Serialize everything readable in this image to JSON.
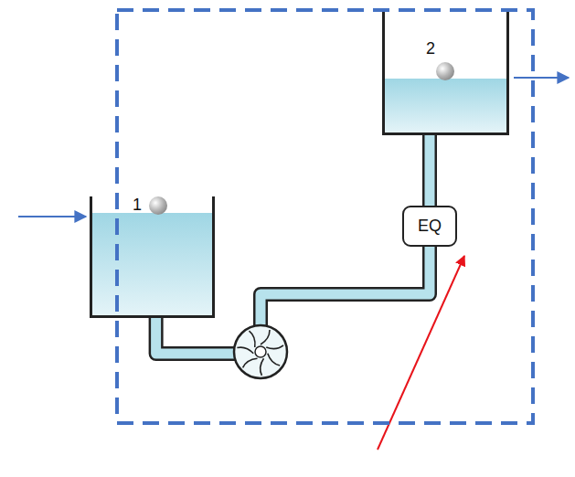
{
  "diagram": {
    "nodes": [
      {
        "text": [
          "1"
        ]
      },
      {
        "text": [
          "2"
        ]
      },
      {
        "text": [
          "EQ"
        ]
      }
    ],
    "edges": [
      {
        "from": 0,
        "to": 2,
        "arrow": "none"
      },
      {
        "from": 2,
        "to": 1,
        "arrow": "none"
      }
    ]
  }
}
